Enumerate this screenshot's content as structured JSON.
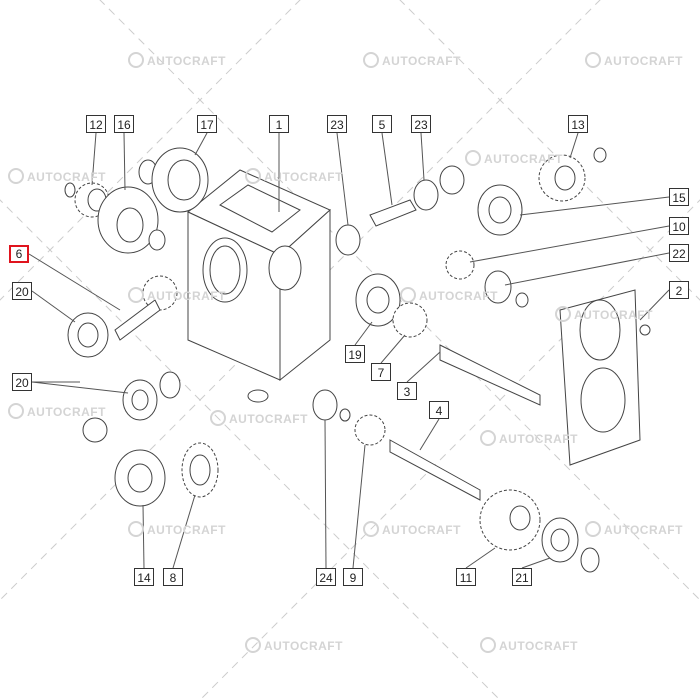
{
  "watermark": "AUTOCRAFT",
  "selected_label": "6",
  "accent_color": "#e0141e",
  "labels": [
    "12",
    "16",
    "17",
    "1",
    "23",
    "5",
    "23",
    "13",
    "15",
    "10",
    "22",
    "2",
    "6",
    "20",
    "20",
    "19",
    "7",
    "3",
    "4",
    "14",
    "8",
    "24",
    "9",
    "11",
    "21"
  ]
}
